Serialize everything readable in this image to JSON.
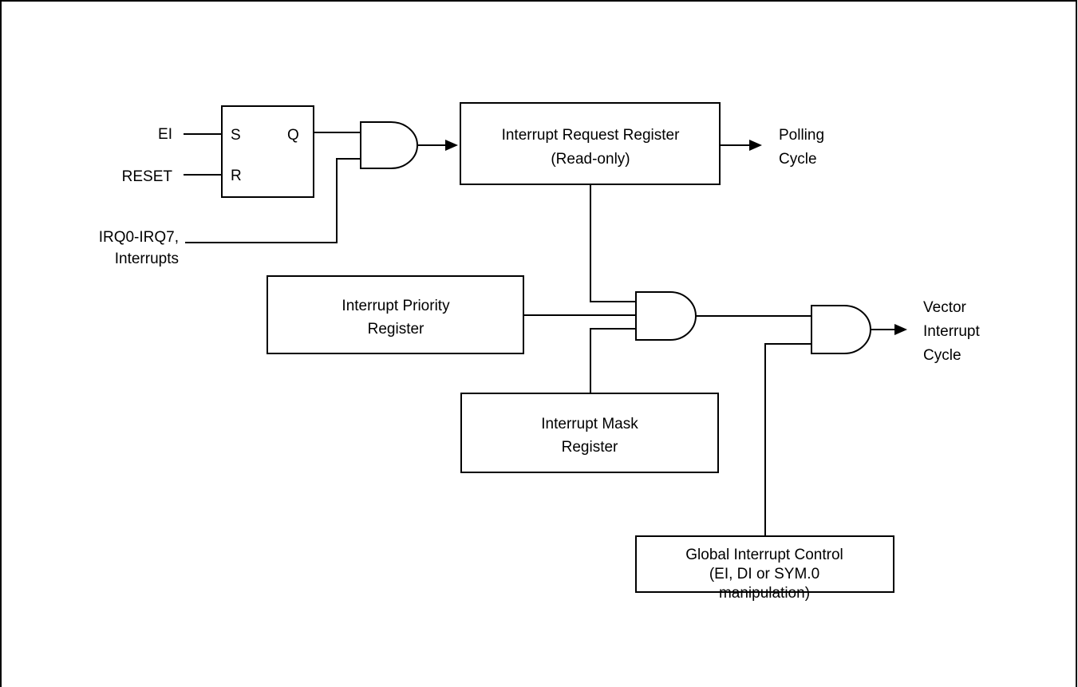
{
  "diagram": {
    "inputs": {
      "ei": "EI",
      "reset": "RESET",
      "irq_line1": "IRQ0-IRQ7,",
      "irq_line2": "Interrupts"
    },
    "flipflop": {
      "s": "S",
      "r": "R",
      "q": "Q"
    },
    "request_register": {
      "line1": "Interrupt Request Register",
      "line2": "(Read-only)"
    },
    "polling": {
      "line1": "Polling",
      "line2": "Cycle"
    },
    "priority_register": {
      "line1": "Interrupt Priority",
      "line2": "Register"
    },
    "mask_register": {
      "line1": "Interrupt Mask",
      "line2": "Register"
    },
    "global_control": {
      "line1": "Global Interrupt Control",
      "line2": "(EI, DI or SYM.0",
      "line3": "manipulation)"
    },
    "vector": {
      "line1": "Vector",
      "line2": "Interrupt",
      "line3": "Cycle"
    }
  }
}
